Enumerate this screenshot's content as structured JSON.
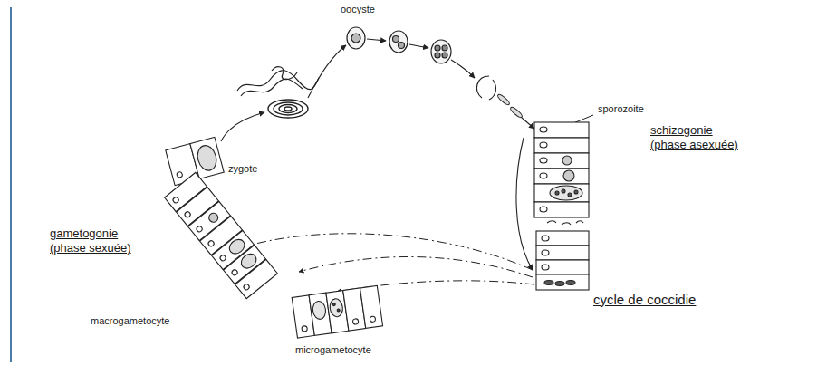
{
  "diagram": {
    "caption": "cycle de coccidie",
    "labels": [
      "oocyste",
      "sporozoite",
      "schizogonie (phase asexuée)",
      "zygote",
      "gametogonie (phase sexuée)",
      "macrogametocyte",
      "microgametocyte"
    ]
  }
}
